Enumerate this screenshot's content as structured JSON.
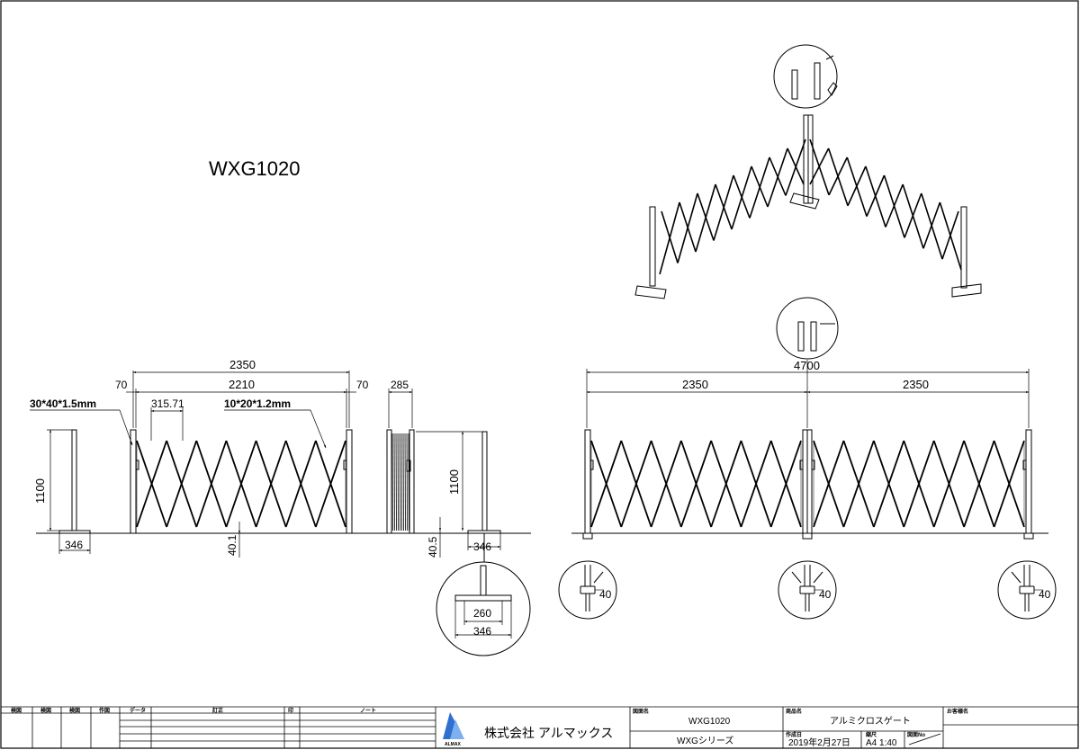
{
  "drawing": {
    "title": "WXG1020",
    "dims": {
      "overall": "2350",
      "inner": "2210",
      "end_left": "70",
      "end_right": "70",
      "pitch": "315.71",
      "post_section": "30*40*1.5mm",
      "lattice_section": "10*20*1.2mm",
      "height_left": "1100",
      "base_left": "346",
      "offset_front": "40.1",
      "folded_width": "285",
      "height_right": "1100",
      "offset_side": "40.5",
      "base_side": "346",
      "detail_inner": "260",
      "detail_outer": "346",
      "double_total": "4700",
      "double_left": "2350",
      "double_right": "2350",
      "detail_40_a": "40",
      "detail_40_b": "40",
      "detail_40_c": "40"
    }
  },
  "title_block": {
    "rev_headers": [
      "検図",
      "検図",
      "検図",
      "作図",
      "データ",
      "訂正",
      "印",
      "ノート"
    ],
    "company": "株式会社 アルマックス",
    "logo_text": "ALMAX",
    "drawing_name_label": "図面名",
    "drawing_name": "WXG1020",
    "series": "WXGシリーズ",
    "product_label": "商品名",
    "product_name": "アルミクロスゲート",
    "date_label": "作成日",
    "date": "2019年2月27日",
    "scale_label": "縮尺",
    "scale": "A4 1:40",
    "drawing_no_label": "図面No",
    "customer_label": "お客様名"
  }
}
